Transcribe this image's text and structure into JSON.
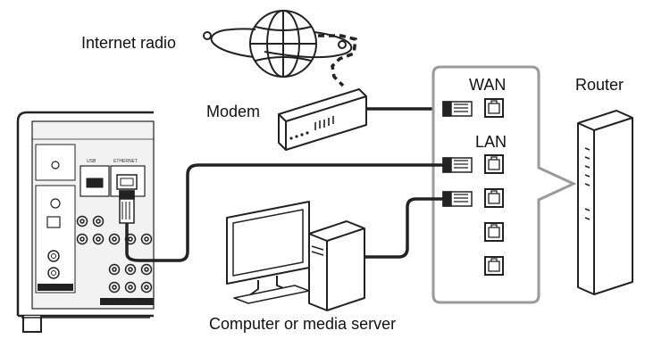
{
  "labels": {
    "internet_radio": "Internet radio",
    "modem": "Modem",
    "wan": "WAN",
    "lan": "LAN",
    "router": "Router",
    "computer": "Computer or media server"
  },
  "receiver_labels": {
    "usb": "USB",
    "ethernet": "ETHERNET"
  },
  "colors": {
    "stroke": "#222222",
    "panel_gray": "#9a9a9a",
    "receiver_fill": "#f2f2f2"
  }
}
